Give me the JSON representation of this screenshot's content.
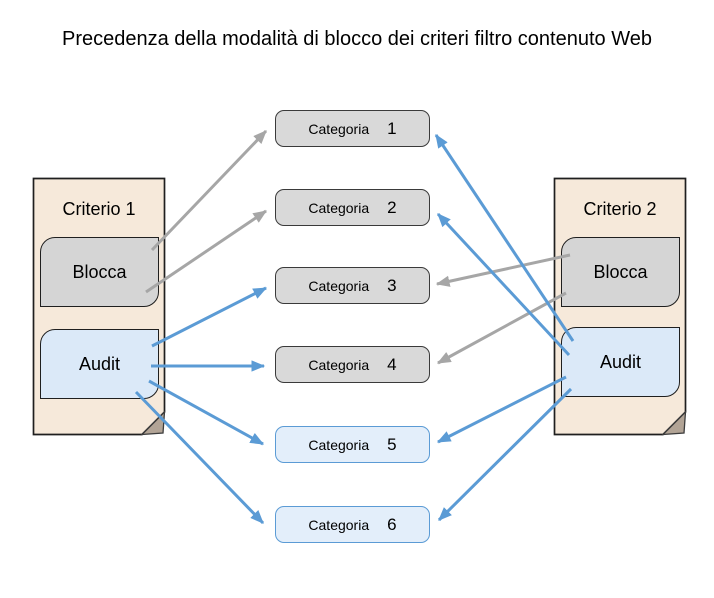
{
  "title": "Precedenza della modalità di blocco dei criteri filtro contenuto Web",
  "documents": [
    {
      "id": "criterio1",
      "label": "Criterio 1",
      "boxes": [
        {
          "id": "criterio1-blocca",
          "label": "Blocca",
          "mode": "block"
        },
        {
          "id": "criterio1-audit",
          "label": "Audit",
          "mode": "audit"
        }
      ]
    },
    {
      "id": "criterio2",
      "label": "Criterio 2",
      "boxes": [
        {
          "id": "criterio2-blocca",
          "label": "Blocca",
          "mode": "block"
        },
        {
          "id": "criterio2-audit",
          "label": "Audit",
          "mode": "audit"
        }
      ]
    }
  ],
  "categories": [
    {
      "id": "categoria-1",
      "name": "Categoria",
      "number": "1",
      "variant": "gray"
    },
    {
      "id": "categoria-2",
      "name": "Categoria",
      "number": "2",
      "variant": "gray"
    },
    {
      "id": "categoria-3",
      "name": "Categoria",
      "number": "3",
      "variant": "gray"
    },
    {
      "id": "categoria-4",
      "name": "Categoria",
      "number": "4",
      "variant": "gray"
    },
    {
      "id": "categoria-5",
      "name": "Categoria",
      "number": "5",
      "variant": "blue"
    },
    {
      "id": "categoria-6",
      "name": "Categoria",
      "number": "6",
      "variant": "blue"
    }
  ],
  "connections": [
    {
      "from": "criterio1-blocca",
      "to": "categoria-1",
      "color": "gray"
    },
    {
      "from": "criterio1-blocca",
      "to": "categoria-2",
      "color": "gray"
    },
    {
      "from": "criterio1-audit",
      "to": "categoria-3",
      "color": "blue"
    },
    {
      "from": "criterio1-audit",
      "to": "categoria-4",
      "color": "blue"
    },
    {
      "from": "criterio1-audit",
      "to": "categoria-5",
      "color": "blue"
    },
    {
      "from": "criterio1-audit",
      "to": "categoria-6",
      "color": "blue"
    },
    {
      "from": "criterio2-blocca",
      "to": "categoria-3",
      "color": "gray"
    },
    {
      "from": "criterio2-blocca",
      "to": "categoria-4",
      "color": "gray"
    },
    {
      "from": "criterio2-audit",
      "to": "categoria-1",
      "color": "blue"
    },
    {
      "from": "criterio2-audit",
      "to": "categoria-2",
      "color": "blue"
    },
    {
      "from": "criterio2-audit",
      "to": "categoria-5",
      "color": "blue"
    },
    {
      "from": "criterio2-audit",
      "to": "categoria-6",
      "color": "blue"
    }
  ],
  "colors": {
    "gray_arrow": "#a6a6a6",
    "blue_arrow": "#5b9bd5",
    "document_fill": "#f6e9da",
    "block_fill": "#d5d5d5",
    "audit_fill": "#dbe9f8",
    "category_gray_fill": "#d9d9d9",
    "category_blue_fill": "#e3eefa",
    "category_blue_border": "#5b9bd5",
    "fold_fill": "#b2a496"
  }
}
